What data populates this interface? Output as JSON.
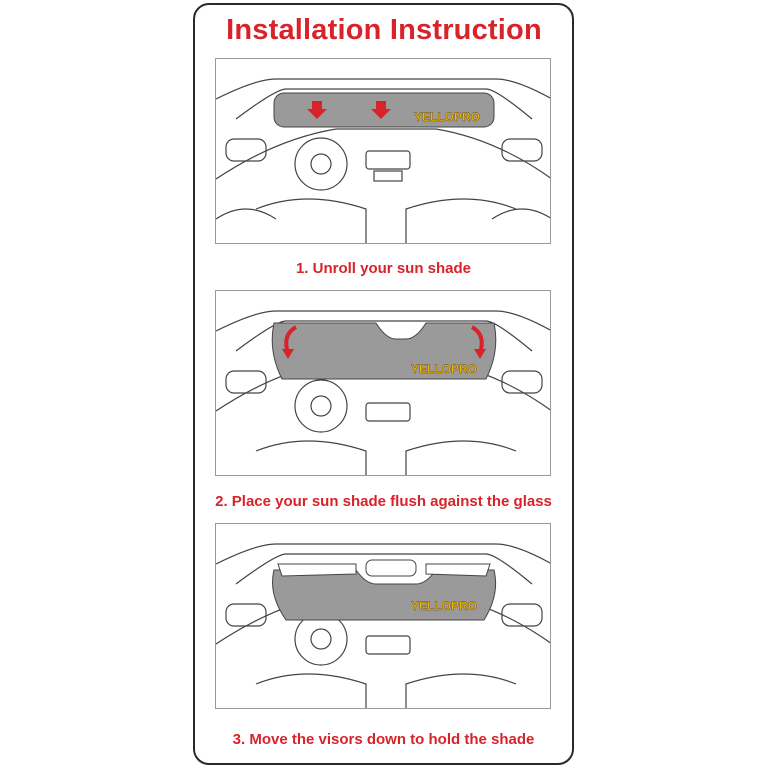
{
  "title": "Installation Instruction",
  "brand": "YELLOPRO",
  "steps": [
    {
      "caption": "1. Unroll your sun shade"
    },
    {
      "caption": "2. Place your sun shade flush against the glass"
    },
    {
      "caption": "3. Move the visors down to hold the shade"
    }
  ],
  "colors": {
    "accent_red": "#d8232a",
    "shade_grey": "#9a9a9a",
    "line": "#444444",
    "brand_yellow": "#f2b705"
  }
}
